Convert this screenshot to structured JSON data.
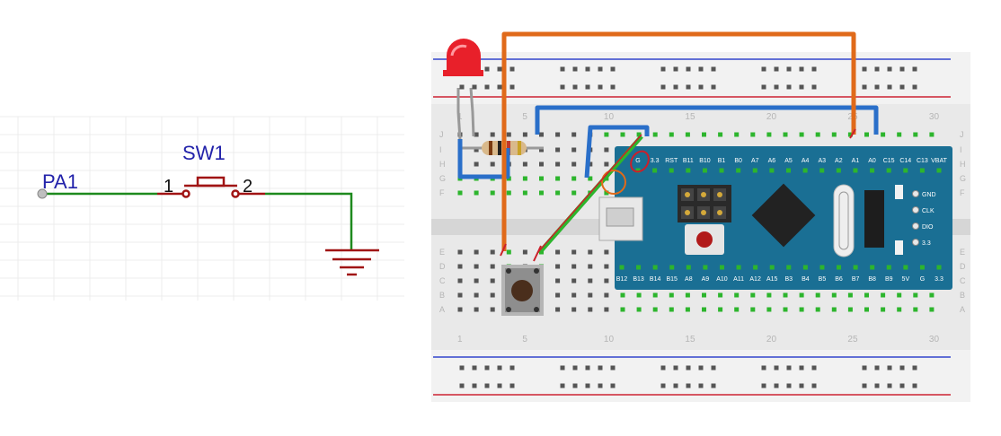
{
  "schematic": {
    "net_label": "PA1",
    "switch_ref": "SW1",
    "pin1": "1",
    "pin2": "2",
    "colors": {
      "wire": "#1e8a1e",
      "part": "#a01414",
      "label": "#2222aa"
    }
  },
  "breadboard": {
    "column_labels": [
      "1",
      "5",
      "10",
      "15",
      "20",
      "25",
      "30"
    ],
    "row_labels_top": [
      "J",
      "I",
      "H",
      "G",
      "F"
    ],
    "row_labels_bottom": [
      "E",
      "D",
      "C",
      "B",
      "A"
    ],
    "board": {
      "top_pins": [
        "G",
        "3.3",
        "RST",
        "B11",
        "B10",
        "B1",
        "B0",
        "A7",
        "A6",
        "A5",
        "A4",
        "A3",
        "A2",
        "A1",
        "A0",
        "C15",
        "C14",
        "C13",
        "VBAT"
      ],
      "bottom_pins": [
        "B12",
        "B13",
        "B14",
        "B15",
        "A8",
        "A9",
        "A10",
        "A11",
        "A12",
        "A15",
        "B3",
        "B4",
        "B5",
        "B6",
        "B7",
        "B8",
        "B9",
        "5V",
        "G",
        "3.3"
      ],
      "side_labels": [
        "GND",
        "CLK",
        "DIO",
        "3.3"
      ]
    },
    "colors": {
      "orange_wire": "#e06a1a",
      "blue_wire": "#2a6fc9",
      "green_wire": "#2db52d",
      "board": "#1a6f94",
      "led": "#e8202a"
    }
  }
}
